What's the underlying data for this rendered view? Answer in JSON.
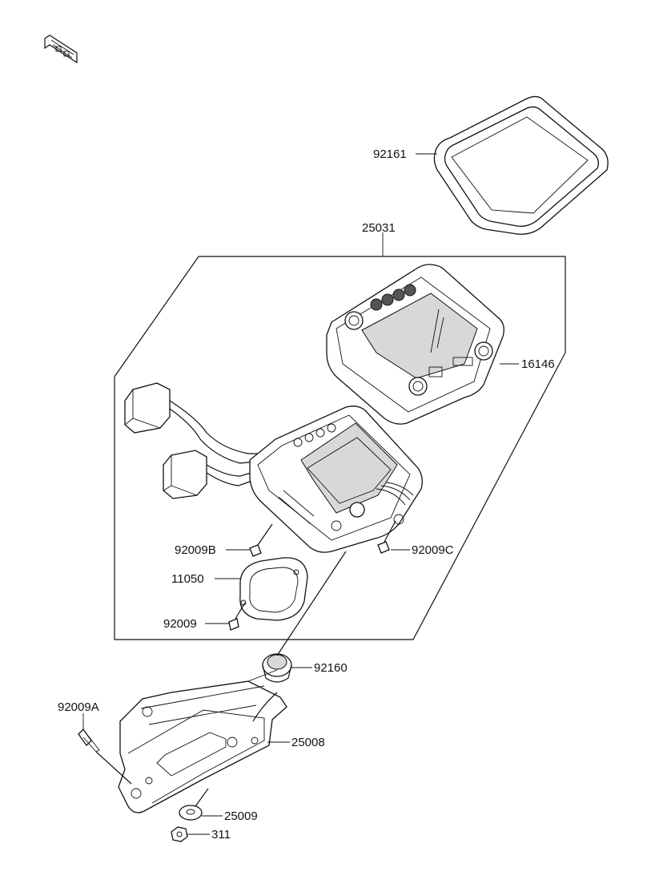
{
  "diagram": {
    "labels": {
      "lens": "92161",
      "assembly": "25031",
      "cover": "16146",
      "screw_b": "92009B",
      "screw_c": "92009C",
      "gasket": "11050",
      "screw": "92009",
      "damper": "92160",
      "screw_a": "92009A",
      "bracket": "25008",
      "washer": "25009",
      "nut": "311"
    }
  }
}
